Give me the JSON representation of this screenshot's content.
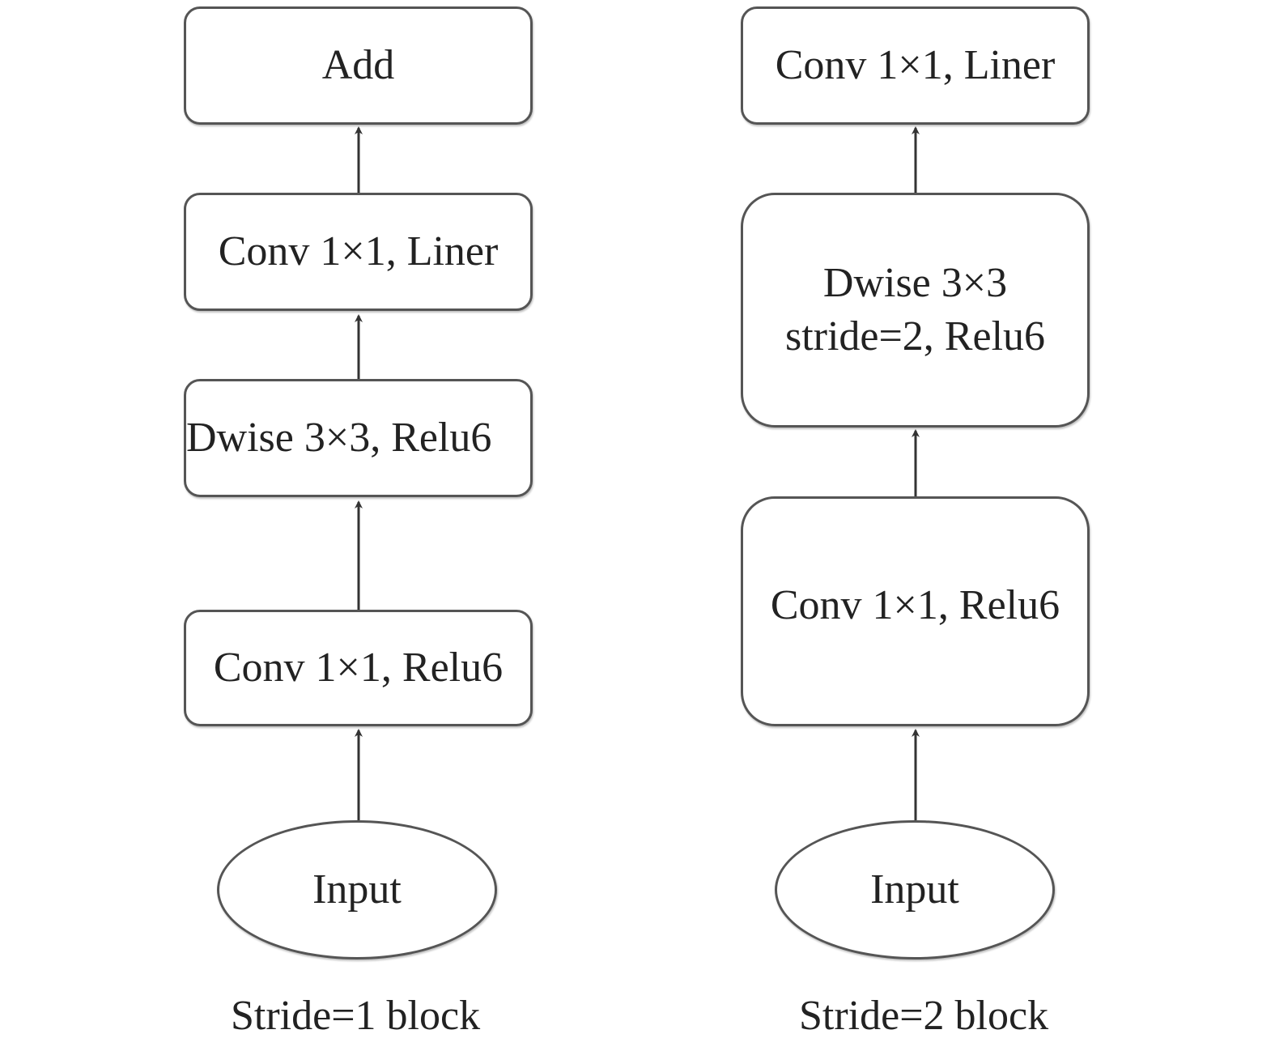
{
  "left_block": {
    "nodes": {
      "add": "Add",
      "conv_liner": "Conv 1×1, Liner",
      "dwise": "Dwise 3×3, Relu6",
      "conv_relu": "Conv 1×1, Relu6",
      "input": "Input"
    },
    "caption": "Stride=1 block"
  },
  "right_block": {
    "nodes": {
      "conv_liner": "Conv 1×1, Liner",
      "dwise": "Dwise 3×3\nstride=2, Relu6",
      "conv_relu": "Conv 1×1, Relu6",
      "input": "Input"
    },
    "caption": "Stride=2 block"
  },
  "colors": {
    "stroke": "#555555",
    "arrow": "#333333",
    "text": "#222222"
  }
}
